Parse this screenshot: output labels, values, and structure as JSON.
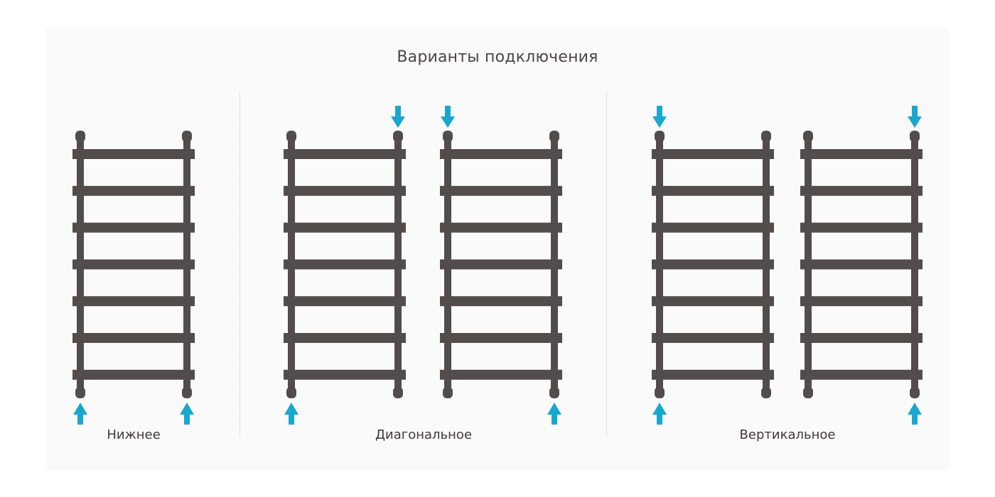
{
  "title": "Варианты подключения",
  "colors": {
    "radiator": "#524c4d",
    "arrow": "#1aa7cf",
    "text": "#4a4546"
  },
  "groups": [
    {
      "label": "Нижнее",
      "radiators": [
        {
          "inlets": [
            "bottom-left",
            "bottom-right"
          ]
        }
      ]
    },
    {
      "label": "Диагональное",
      "radiators": [
        {
          "inlets": [
            "top-right",
            "bottom-left"
          ]
        },
        {
          "inlets": [
            "top-left",
            "bottom-right"
          ]
        }
      ]
    },
    {
      "label": "Вертикальное",
      "radiators": [
        {
          "inlets": [
            "top-left",
            "bottom-left"
          ]
        },
        {
          "inlets": [
            "top-right",
            "bottom-right"
          ]
        }
      ]
    }
  ],
  "rungs_per_radiator": 7
}
